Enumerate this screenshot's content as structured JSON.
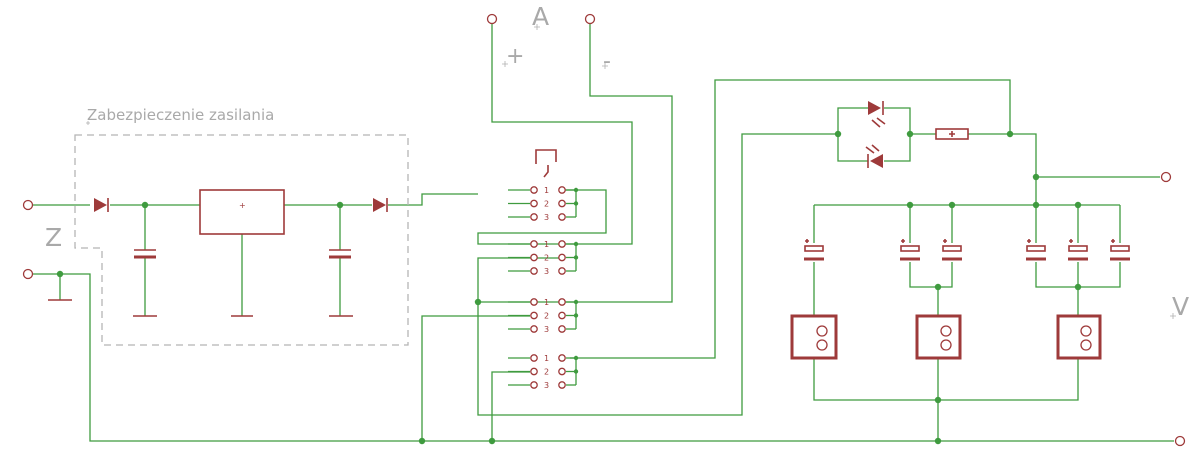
{
  "labels": {
    "group_title": "Zabezpieczenie zasilania",
    "input_z": "Z",
    "output_v": "V",
    "terminal_a": "A",
    "plus_sign": "+",
    "minus_sign": "-"
  },
  "switches": [
    {
      "positions": [
        "1",
        "2",
        "3"
      ]
    },
    {
      "positions": [
        "1",
        "2",
        "3"
      ]
    },
    {
      "positions": [
        "1",
        "2",
        "3"
      ]
    },
    {
      "positions": [
        "1",
        "2",
        "3"
      ]
    }
  ],
  "colors": {
    "wire": "#3f9b3f",
    "component": "#9e3a3a",
    "annotation": "#a9a9a9",
    "group_border": "#b5b5b5"
  }
}
